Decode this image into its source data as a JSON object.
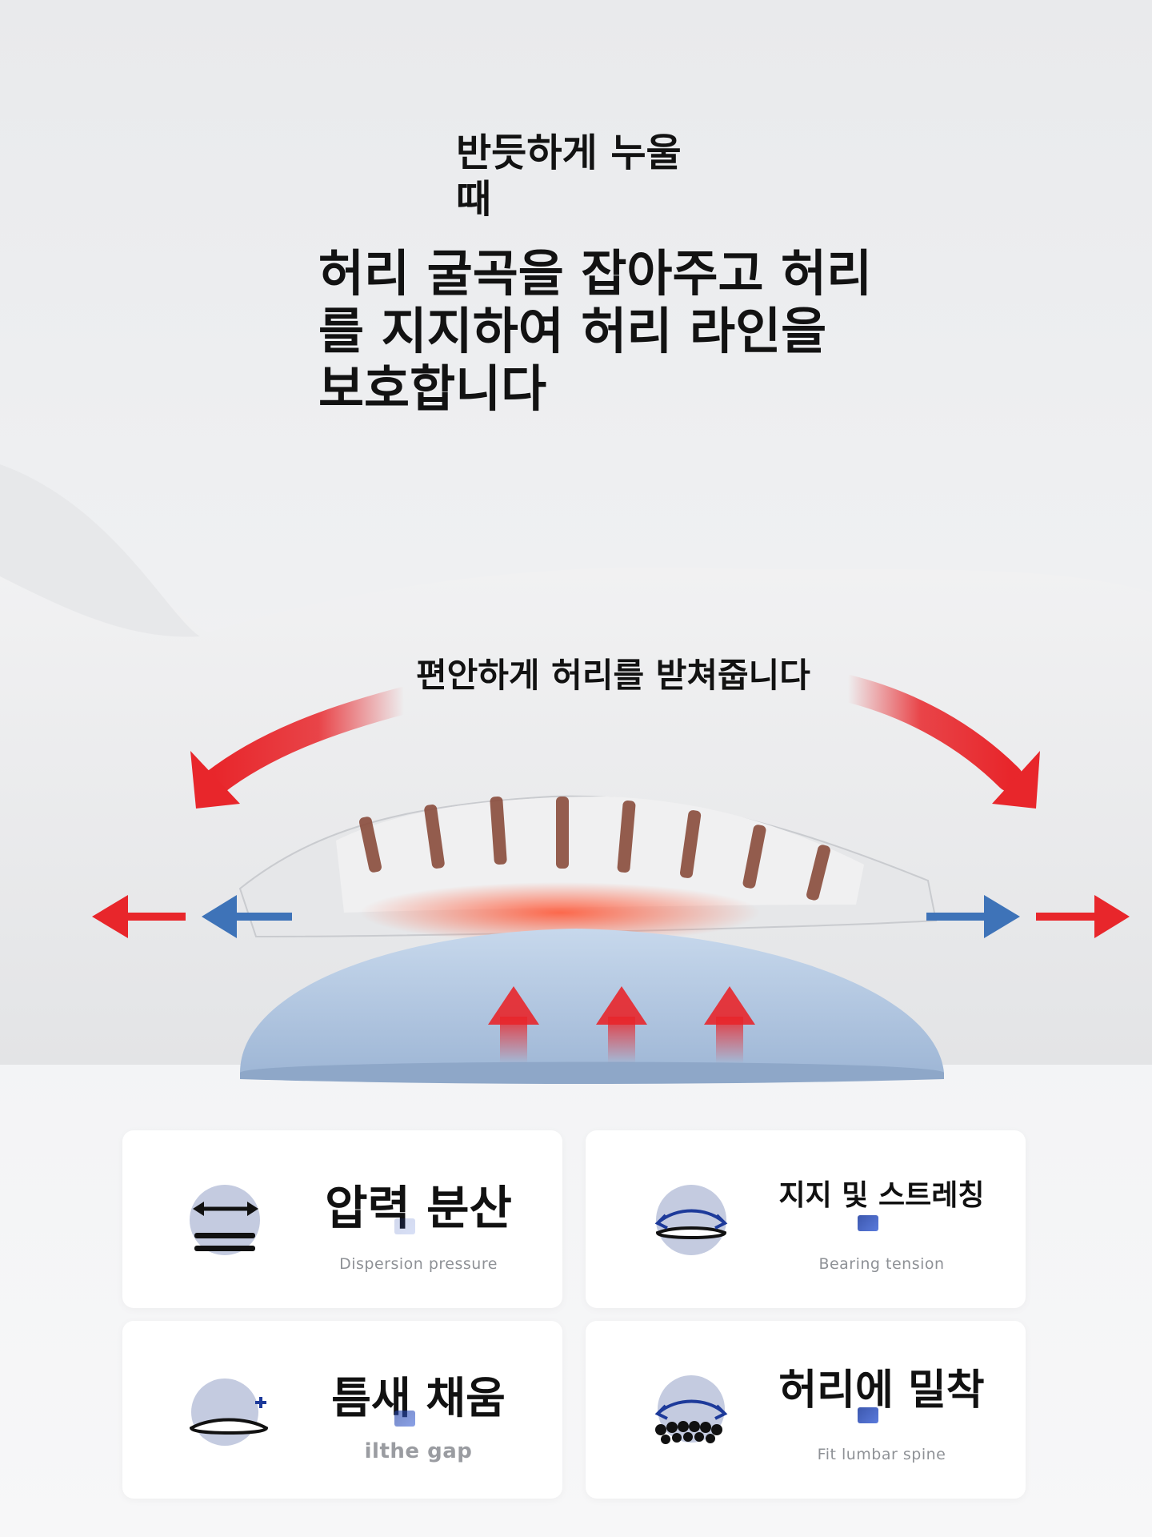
{
  "heading": {
    "line1": "반듯하게 누울",
    "line2": "때",
    "main_line1": "허리 굴곡을 잡아주고 허리",
    "main_line2": "를 지지하여 허리 라인을",
    "main_line3": "보호합니다"
  },
  "support_label": "편안하게 허리를 받쳐줍니다",
  "colors": {
    "red_arrow": "#e8262b",
    "blue_arrow": "#3e73b8",
    "cushion": "#b8cde6",
    "icon_circle": "#c4cbe0",
    "icon_accent": "#1d3a9a"
  },
  "features": [
    {
      "title": "압력 분산",
      "subtitle": "Dispersion pressure",
      "icon": "pressure-dispersion-icon"
    },
    {
      "title": "지지 및 스트레칭",
      "subtitle": "Bearing tension",
      "icon": "support-stretch-icon"
    },
    {
      "title": "틈새 채움",
      "subtitle": "ilthe gap",
      "icon": "gap-fill-icon"
    },
    {
      "title": "허리에 밀착",
      "subtitle": "Fit lumbar spine",
      "icon": "lumbar-fit-icon"
    }
  ]
}
